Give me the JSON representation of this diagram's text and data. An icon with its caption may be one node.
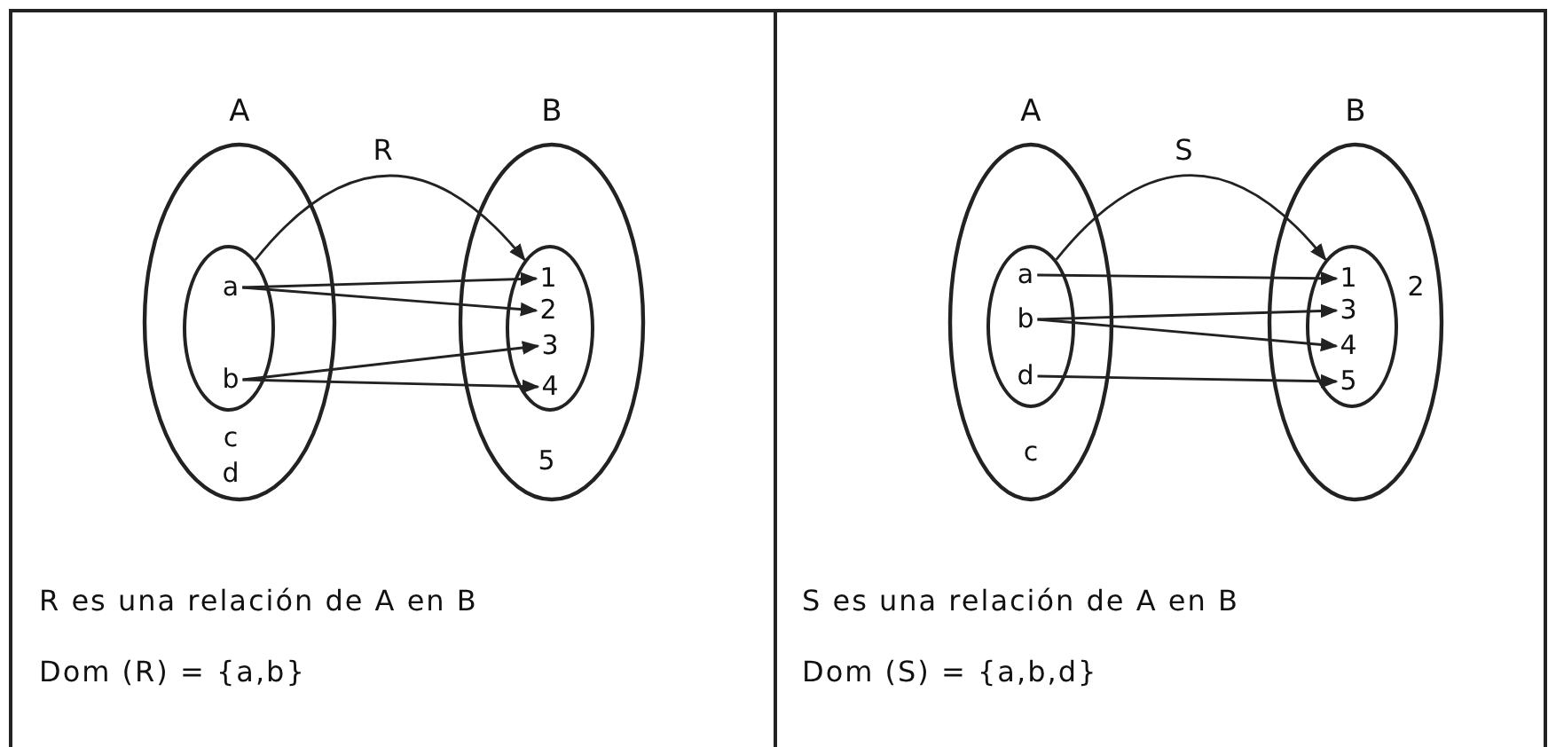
{
  "diagram": {
    "nodes": [
      {
        "text": [
          "R es una relación de A en B",
          "Dom (R) = {a,b}"
        ]
      },
      {
        "text": [
          "A"
        ],
        "in": 0
      },
      {
        "text": [],
        "shape": "ellipse",
        "in": 1
      },
      {
        "text": [
          "a"
        ],
        "in": 2
      },
      {
        "text": [
          "b"
        ],
        "in": 2
      },
      {
        "text": [
          "c"
        ],
        "in": 1
      },
      {
        "text": [
          "d"
        ],
        "in": 1
      },
      {
        "text": [
          "B"
        ],
        "in": 0
      },
      {
        "text": [],
        "shape": "ellipse",
        "in": 7
      },
      {
        "text": [
          "1"
        ],
        "in": 8
      },
      {
        "text": [
          "2"
        ],
        "in": 8
      },
      {
        "text": [
          "3"
        ],
        "in": 8
      },
      {
        "text": [
          "4"
        ],
        "in": 8
      },
      {
        "text": [
          "5"
        ],
        "in": 7
      },
      {
        "text": [
          "S es una relación de A en B",
          "Dom (S) = {a,b,d}"
        ]
      },
      {
        "text": [
          "A"
        ],
        "in": 14
      },
      {
        "text": [],
        "shape": "ellipse",
        "in": 15
      },
      {
        "text": [
          "a"
        ],
        "in": 16
      },
      {
        "text": [
          "b"
        ],
        "in": 16
      },
      {
        "text": [
          "d"
        ],
        "in": 16
      },
      {
        "text": [
          "c"
        ],
        "in": 15
      },
      {
        "text": [
          "B"
        ],
        "in": 14
      },
      {
        "text": [],
        "shape": "ellipse",
        "in": 21
      },
      {
        "text": [
          "1"
        ],
        "in": 22
      },
      {
        "text": [
          "3"
        ],
        "in": 22
      },
      {
        "text": [
          "4"
        ],
        "in": 22
      },
      {
        "text": [
          "5"
        ],
        "in": 22
      },
      {
        "text": [
          "2"
        ],
        "in": 21
      }
    ],
    "edges": [
      {
        "from": 2,
        "to": 8,
        "arrow": "to",
        "label": "R"
      },
      {
        "from": 3,
        "to": 9,
        "arrow": "to"
      },
      {
        "from": 3,
        "to": 10,
        "arrow": "to"
      },
      {
        "from": 4,
        "to": 11,
        "arrow": "to"
      },
      {
        "from": 4,
        "to": 12,
        "arrow": "to"
      },
      {
        "from": 16,
        "to": 22,
        "arrow": "to",
        "label": "S"
      },
      {
        "from": 17,
        "to": 23,
        "arrow": "to"
      },
      {
        "from": 18,
        "to": 24,
        "arrow": "to"
      },
      {
        "from": 18,
        "to": 25,
        "arrow": "to"
      },
      {
        "from": 19,
        "to": 26,
        "arrow": "to"
      }
    ]
  }
}
